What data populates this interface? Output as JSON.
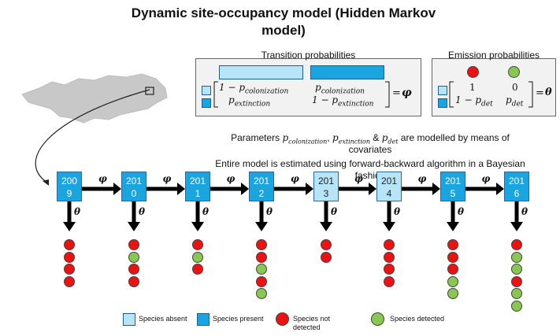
{
  "title": "Dynamic site-occupancy model (Hidden Markov model)",
  "colors": {
    "absent": "#b8e4f8",
    "present": "#1aa4e0",
    "not_detected": "#ee1111",
    "detected": "#88c850"
  },
  "transition": {
    "title": "Transition probabilities",
    "r1c1": "1 − p",
    "r1c1_sub": "colonization",
    "r1c2": "p",
    "r1c2_sub": "colonization",
    "r2c1": "p",
    "r2c1_sub": "extinction",
    "r2c2": "1 − p",
    "r2c2_sub": "extinction",
    "eq": "= ",
    "symbol": "φ"
  },
  "emission": {
    "title": "Emission probabilities",
    "r1c1": "1",
    "r1c2": "0",
    "r2c1": "1 − p",
    "r2c1_sub": "det",
    "r2c2": "p",
    "r2c2_sub": "det",
    "eq": "= ",
    "symbol": "θ"
  },
  "notes": {
    "line1a": "Parameters ",
    "p1": "p",
    "p1_sub": "colonization",
    "sep1": ", ",
    "p2": "p",
    "p2_sub": "extinction",
    "sep2": " & ",
    "p3": "p",
    "p3_sub": "det",
    "line1b": " are modelled by means of",
    "line2": "covariates",
    "line3": "Entire model is estimated using forward-backward algorithm in a Bayesian",
    "line4": "fashion"
  },
  "timeline": {
    "phi": "φ",
    "theta": "θ",
    "years": [
      {
        "l1": "200",
        "l2": "9",
        "state": "present",
        "obs": [
          "nd",
          "nd",
          "nd",
          "nd"
        ]
      },
      {
        "l1": "201",
        "l2": "0",
        "state": "present",
        "obs": [
          "nd",
          "d",
          "nd",
          "nd"
        ]
      },
      {
        "l1": "201",
        "l2": "1",
        "state": "present",
        "obs": [
          "nd",
          "d",
          "nd"
        ]
      },
      {
        "l1": "201",
        "l2": "2",
        "state": "present",
        "obs": [
          "nd",
          "nd",
          "d",
          "nd",
          "d"
        ]
      },
      {
        "l1": "201",
        "l2": "3",
        "state": "absent",
        "obs": [
          "nd",
          "nd"
        ]
      },
      {
        "l1": "201",
        "l2": "4",
        "state": "absent",
        "obs": [
          "nd",
          "nd",
          "nd",
          "nd"
        ]
      },
      {
        "l1": "201",
        "l2": "5",
        "state": "present",
        "obs": [
          "nd",
          "nd",
          "nd",
          "d",
          "d"
        ]
      },
      {
        "l1": "201",
        "l2": "6",
        "state": "present",
        "obs": [
          "nd",
          "d",
          "d",
          "nd",
          "d",
          "d"
        ]
      }
    ]
  },
  "legend": {
    "absent": "Species absent",
    "present": "Species present",
    "not_detected": "Species not detected",
    "detected": "Species detected"
  }
}
